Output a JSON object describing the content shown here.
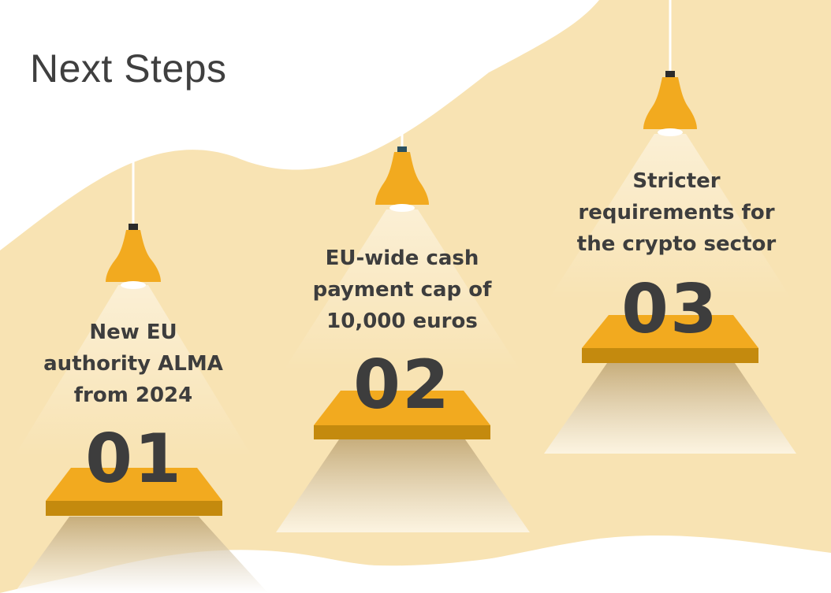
{
  "page": {
    "title": "Next Steps"
  },
  "steps": [
    {
      "number": "01",
      "label_lines": [
        "New EU",
        "authority ALMA",
        "from 2024"
      ]
    },
    {
      "number": "02",
      "label_lines": [
        "EU-wide cash",
        "payment cap of",
        "10,000 euros"
      ]
    },
    {
      "number": "03",
      "label_lines": [
        "Stricter",
        "requirements for",
        "the crypto sector"
      ]
    }
  ],
  "colors": {
    "background": "#ffffff",
    "wave": "#f8e3b3",
    "lamp": "#f2aa1f",
    "platform_top": "#f2aa1f",
    "platform_front": "#c48a0e",
    "text": "#3d3d3d"
  }
}
